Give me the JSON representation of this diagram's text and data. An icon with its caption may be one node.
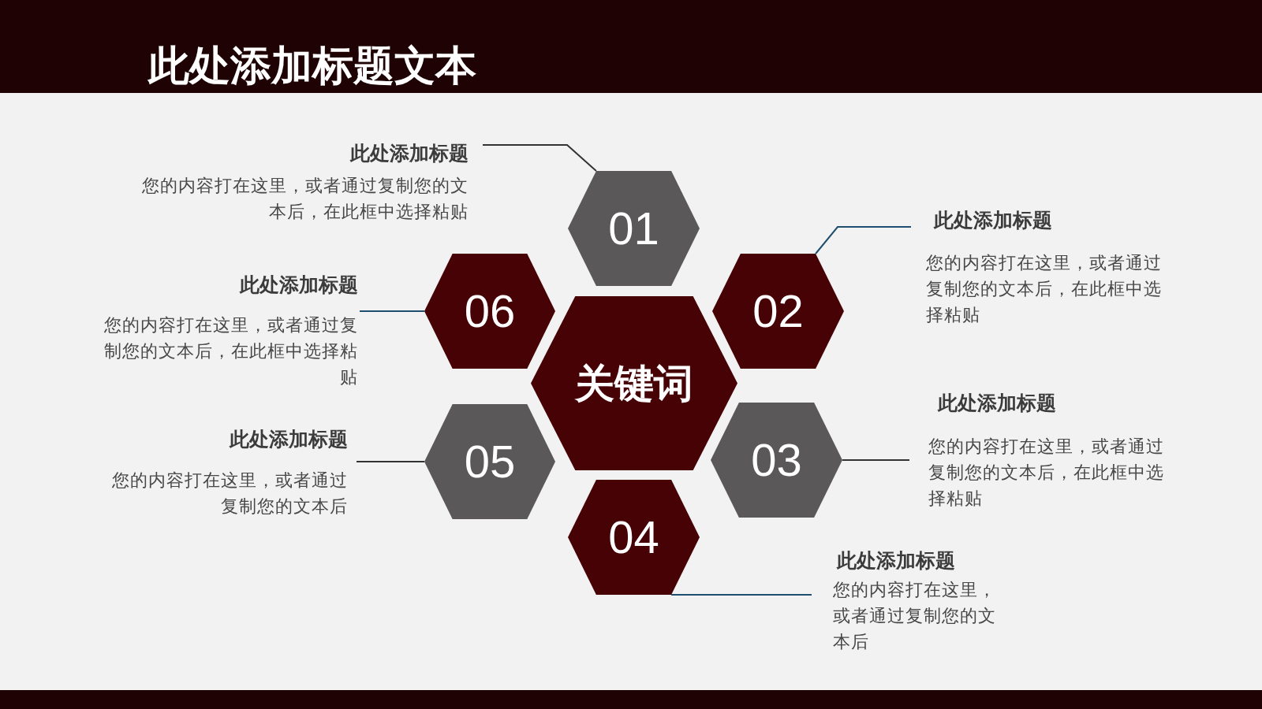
{
  "diagram": {
    "title": "此处添加标题文本",
    "nodes": [
      {
        "text": [
          "关键词"
        ]
      },
      {
        "text": [
          "01"
        ]
      },
      {
        "text": [
          "此处添加标题",
          "您的内容打在这里，或者通过复制您的文本后，在此框中选择粘贴"
        ]
      },
      {
        "text": [
          "02"
        ]
      },
      {
        "text": [
          "此处添加标题",
          "您的内容打在这里，或者通过复制您的文本后，在此框中选择粘贴"
        ]
      },
      {
        "text": [
          "03"
        ]
      },
      {
        "text": [
          "此处添加标题",
          "您的内容打在这里，或者通过复制您的文本后，在此框中选择粘贴"
        ]
      },
      {
        "text": [
          "04"
        ]
      },
      {
        "text": [
          "此处添加标题",
          "您的内容打在这里，或者通过复制您的文本后"
        ]
      },
      {
        "text": [
          "05"
        ]
      },
      {
        "text": [
          "此处添加标题",
          "您的内容打在这里，或者通过复制您的文本后"
        ]
      },
      {
        "text": [
          "06"
        ]
      },
      {
        "text": [
          "此处添加标题",
          "您的内容打在这里，或者通过复制您的文本后，在此框中选择粘贴"
        ]
      }
    ],
    "edges": [
      {
        "from": 2,
        "to": 1,
        "arrow": "none"
      },
      {
        "from": 4,
        "to": 3,
        "arrow": "none",
        "color": "#1f4e6e"
      },
      {
        "from": 6,
        "to": 5,
        "arrow": "none"
      },
      {
        "from": 8,
        "to": 7,
        "arrow": "none",
        "color": "#1f4e6e"
      },
      {
        "from": 10,
        "to": 9,
        "arrow": "none"
      },
      {
        "from": 12,
        "to": 11,
        "arrow": "none",
        "color": "#1f4e6e"
      }
    ]
  }
}
